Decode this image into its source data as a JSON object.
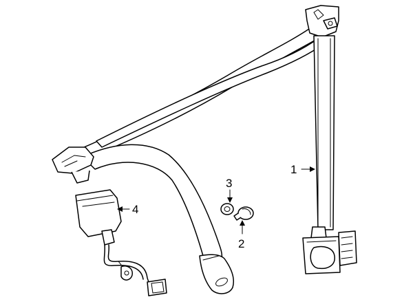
{
  "callouts": [
    {
      "id": "1",
      "label": "1"
    },
    {
      "id": "2",
      "label": "2"
    },
    {
      "id": "3",
      "label": "3"
    },
    {
      "id": "4",
      "label": "4"
    }
  ],
  "parts": {
    "part_1": "seat-belt-retractor-assembly",
    "part_2": "bolt",
    "part_3": "washer",
    "part_4": "buckle-assembly"
  }
}
